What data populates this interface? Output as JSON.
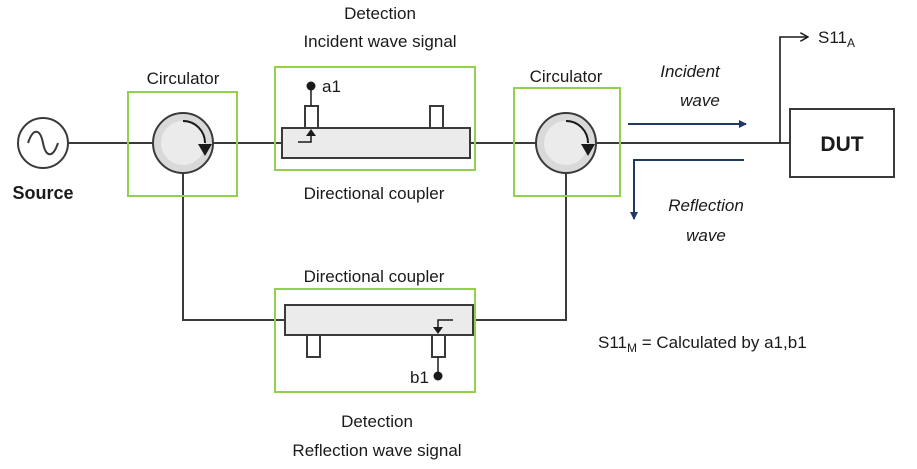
{
  "labels": {
    "source": "Source",
    "circulator_left": "Circulator",
    "circulator_right": "Circulator",
    "detection_top_line1": "Detection",
    "detection_top_line2": "Incident wave signal",
    "coupler_top": "Directional coupler",
    "coupler_bottom": "Directional coupler",
    "detection_bottom_line1": "Detection",
    "detection_bottom_line2": "Reflection wave signal",
    "port_a1": "a1",
    "port_b1": "b1",
    "incident_line1": "Incident",
    "incident_line2": "wave",
    "reflection_line1": "Reflection",
    "reflection_line2": "wave",
    "dut": "DUT",
    "s11a_main": "S11",
    "s11a_sub": "A",
    "s11m_main": "S11",
    "s11m_sub": "M",
    "s11m_rest": " = Calculated by a1,b1"
  },
  "colors": {
    "highlight_box": "#92d050",
    "arrow": "#1f3864",
    "line": "#3a3a3a",
    "component_fill": "#ebebeb"
  }
}
